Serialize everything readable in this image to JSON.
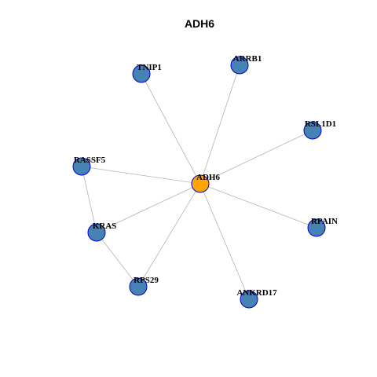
{
  "title": "ADH6",
  "colors": {
    "center_node": "#ffa500",
    "node": "#4682b4",
    "node_border": "#0000cd",
    "edge": "#b4b4b4"
  },
  "nodes": [
    {
      "id": "ADH6",
      "label": "ADH6",
      "center": true
    },
    {
      "id": "TNIP1",
      "label": "TNIP1"
    },
    {
      "id": "ARRB1",
      "label": "ARRB1"
    },
    {
      "id": "RSL1D1",
      "label": "RSL1D1"
    },
    {
      "id": "RASSF5",
      "label": "RASSF5"
    },
    {
      "id": "KRAS",
      "label": "KRAS"
    },
    {
      "id": "RPAIN",
      "label": "RPAIN"
    },
    {
      "id": "RPS29",
      "label": "RPS29"
    },
    {
      "id": "ANKRD17",
      "label": "ANKRD17"
    }
  ],
  "edges": [
    [
      "ADH6",
      "TNIP1"
    ],
    [
      "ADH6",
      "ARRB1"
    ],
    [
      "ADH6",
      "RSL1D1"
    ],
    [
      "ADH6",
      "RASSF5"
    ],
    [
      "ADH6",
      "KRAS"
    ],
    [
      "ADH6",
      "RPAIN"
    ],
    [
      "ADH6",
      "RPS29"
    ],
    [
      "ADH6",
      "ANKRD17"
    ],
    [
      "RASSF5",
      "KRAS"
    ],
    [
      "KRAS",
      "RPS29"
    ]
  ]
}
